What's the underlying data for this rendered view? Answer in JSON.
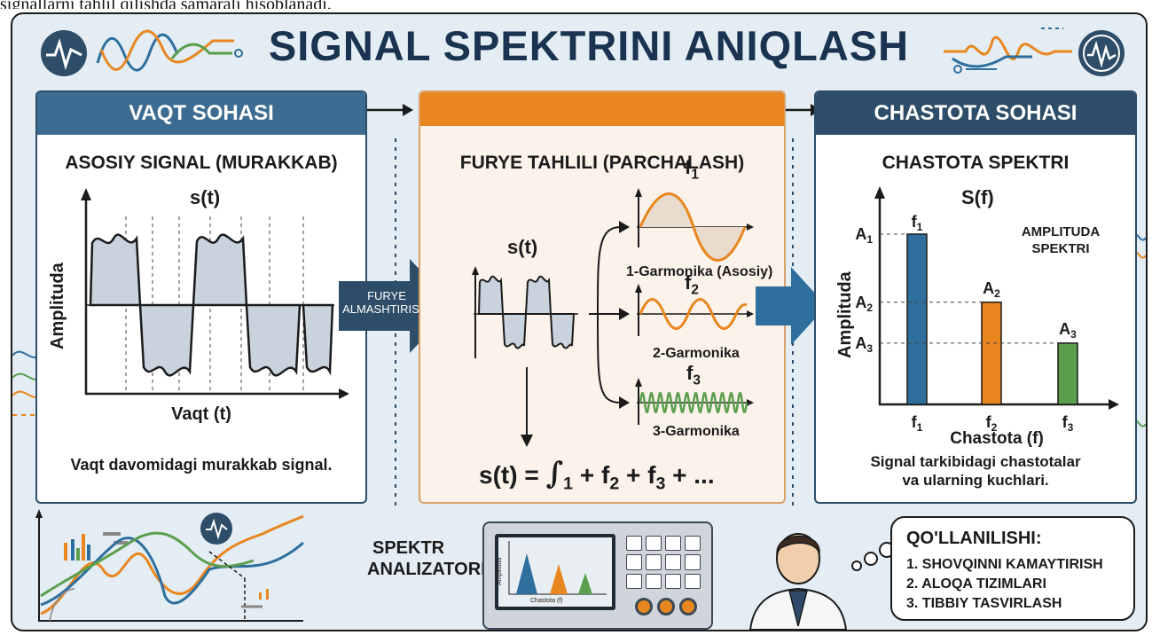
{
  "top_caption": "signallarni tahlil qilishda samarali hisoblanadi.",
  "title": "SIGNAL SPEKTRINI ANIQLASH",
  "left": {
    "header": "VAQT SOHASI",
    "title": "ASOSIY SIGNAL (MURAKKAB)",
    "signal_label": "s(t)",
    "ylabel": "Amplituda",
    "xlabel": "Vaqt (t)",
    "caption": "Vaqt davomidagi murakkab signal."
  },
  "arrow1": {
    "line1": "FURYE",
    "line2": "ALMASHTIRISHI"
  },
  "middle": {
    "title": "FURYE TAHLILI (PARCHALASH)",
    "signal_label": "s(t)",
    "harmonics": [
      {
        "freq": "f",
        "sub": "1",
        "label": "1-Garmonika (Asosiy)"
      },
      {
        "freq": "f",
        "sub": "2",
        "label": "2-Garmonika"
      },
      {
        "freq": "f",
        "sub": "3",
        "label": "3-Garmonika"
      }
    ],
    "formula": {
      "lhs": "s(t) = ",
      "t1": "1",
      "plus1": " + f",
      "t2": "2",
      "plus2": " + f",
      "t3": "3",
      "tail": " + ..."
    }
  },
  "right": {
    "header": "CHASTOTA SOHASI",
    "title": "CHASTOTA SPEKTRI",
    "signal_label": "S(f)",
    "ylabel": "Amplituda",
    "xlabel": "Chastota (f)",
    "amp_line1": "AMPLITUDA",
    "amp_line2": "SPEKTRI",
    "caption_line1": "Signal tarkibidagi chastotalar",
    "caption_line2": "va ularning kuchlari."
  },
  "chart_data": {
    "type": "bar",
    "categories": [
      "f1",
      "f2",
      "f3"
    ],
    "values": [
      1.0,
      0.6,
      0.36
    ],
    "value_labels": [
      "A1",
      "A2",
      "A3"
    ],
    "ylim": [
      0,
      1.25
    ],
    "colors": [
      "#2e6f9e",
      "#e8861f",
      "#5a9e4e"
    ]
  },
  "bottom": {
    "analyzer_line1": "SPEKTR",
    "analyzer_line2": "ANALIZATORI",
    "screen_ylabel": "Amplituda",
    "screen_xlabel": "Chastota (f)",
    "usage_title": "QO'LLANILISHI:",
    "usage_items": [
      "1. SHOVQINNI KAMAYTIRISH",
      "2. ALOQA TIZIMLARI",
      "3. TIBBIY TASVIRLASH"
    ]
  },
  "colors": {
    "navy": "#2d4d68",
    "orange": "#e8861f",
    "green": "#5a9e4e",
    "blue": "#2e6f9e",
    "background": "#e3edf3"
  }
}
